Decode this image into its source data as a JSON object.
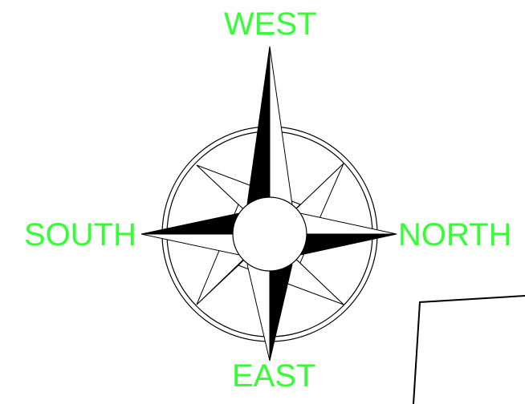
{
  "compass": {
    "labels": {
      "top": "WEST",
      "left": "SOUTH",
      "right": "NORTH",
      "bottom": "EAST"
    },
    "label_color": "#33ff33",
    "rose_colors": {
      "fill_dark": "#000000",
      "fill_light": "#ffffff",
      "stroke": "#000000"
    }
  },
  "icons": {
    "compass_rose": "compass-rose-icon"
  }
}
